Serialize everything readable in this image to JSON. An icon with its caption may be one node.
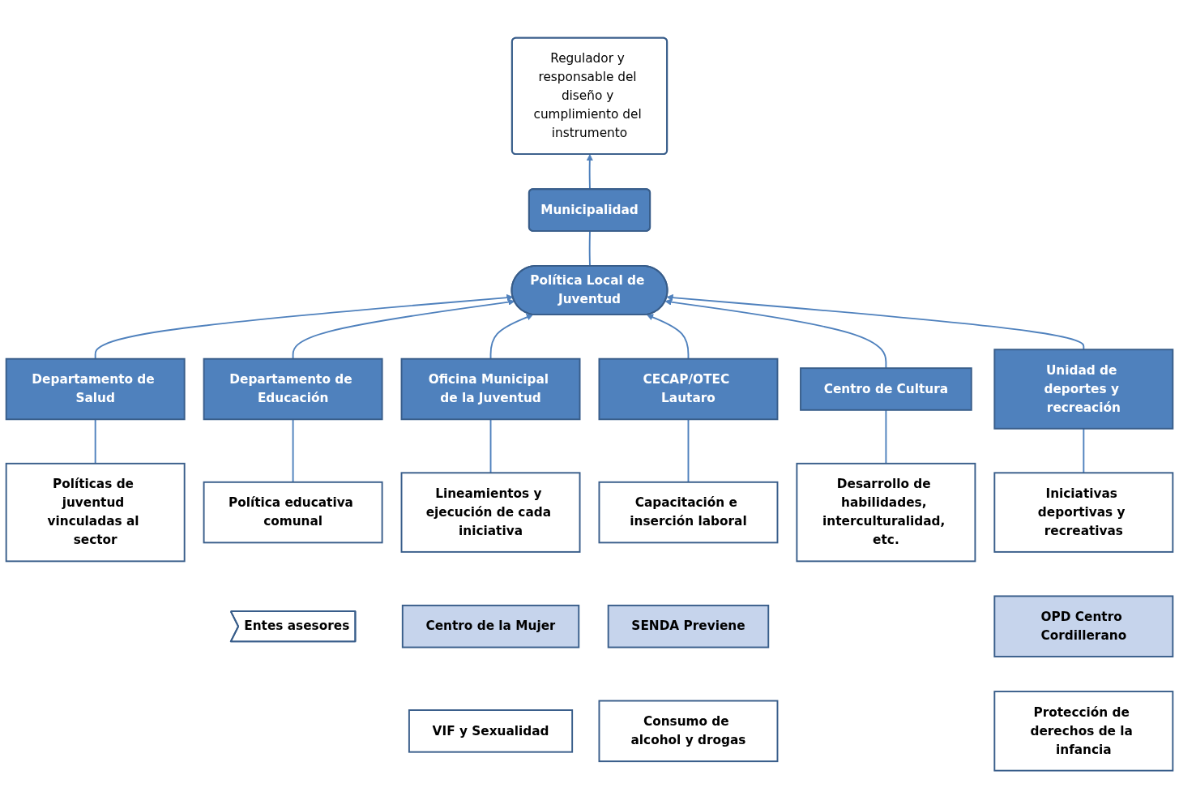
{
  "diagram": {
    "nodes": [
      {
        "text": [
          "Municipalidad"
        ]
      },
      {
        "text": [
          "Regulador y responsable del diseño y cumplimiento del instrumento"
        ]
      },
      {
        "text": [
          "Política Local de Juventud"
        ]
      },
      {
        "text": [
          "Departamento de Salud"
        ]
      },
      {
        "text": [
          "Departamento de Educación"
        ]
      },
      {
        "text": [
          "Oficina Municipal de la Juventud"
        ]
      },
      {
        "text": [
          "CECAP/OTEC Lautaro"
        ]
      },
      {
        "text": [
          "Centro de Cultura"
        ]
      },
      {
        "text": [
          "Unidad de deportes y recreación"
        ]
      },
      {
        "text": [
          "Políticas de juventud vinculadas al sector"
        ]
      },
      {
        "text": [
          "Política educativa comunal"
        ]
      },
      {
        "text": [
          "Lineamientos y ejecución de cada iniciativa"
        ]
      },
      {
        "text": [
          "Capacitación e inserción laboral"
        ]
      },
      {
        "text": [
          "Desarrollo de habilidades, interculturalidad, etc."
        ]
      },
      {
        "text": [
          "Iniciativas deportivas y recreativas"
        ]
      },
      {
        "text": [
          "Entes asesores"
        ]
      },
      {
        "text": [
          "Centro de la Mujer"
        ]
      },
      {
        "text": [
          "SENDA Previene"
        ]
      },
      {
        "text": [
          "OPD Centro Cordillerano"
        ]
      },
      {
        "text": [
          "VIF y Sexualidad"
        ]
      },
      {
        "text": [
          "Consumo de alcohol y drogas"
        ]
      },
      {
        "text": [
          "Protección de derechos de la infancia"
        ]
      }
    ],
    "edges": [
      {
        "from": 0,
        "to": 1,
        "arrow": "to"
      },
      {
        "from": 0,
        "to": 2,
        "arrow": "none"
      },
      {
        "from": 3,
        "to": 2,
        "arrow": "to"
      },
      {
        "from": 4,
        "to": 2,
        "arrow": "to"
      },
      {
        "from": 5,
        "to": 2,
        "arrow": "to"
      },
      {
        "from": 6,
        "to": 2,
        "arrow": "to"
      },
      {
        "from": 7,
        "to": 2,
        "arrow": "to"
      },
      {
        "from": 8,
        "to": 2,
        "arrow": "to"
      },
      {
        "from": 3,
        "to": 9,
        "arrow": "none"
      },
      {
        "from": 4,
        "to": 10,
        "arrow": "none"
      },
      {
        "from": 5,
        "to": 11,
        "arrow": "none"
      },
      {
        "from": 6,
        "to": 12,
        "arrow": "none"
      },
      {
        "from": 7,
        "to": 13,
        "arrow": "none"
      },
      {
        "from": 8,
        "to": 14,
        "arrow": "none"
      }
    ]
  }
}
